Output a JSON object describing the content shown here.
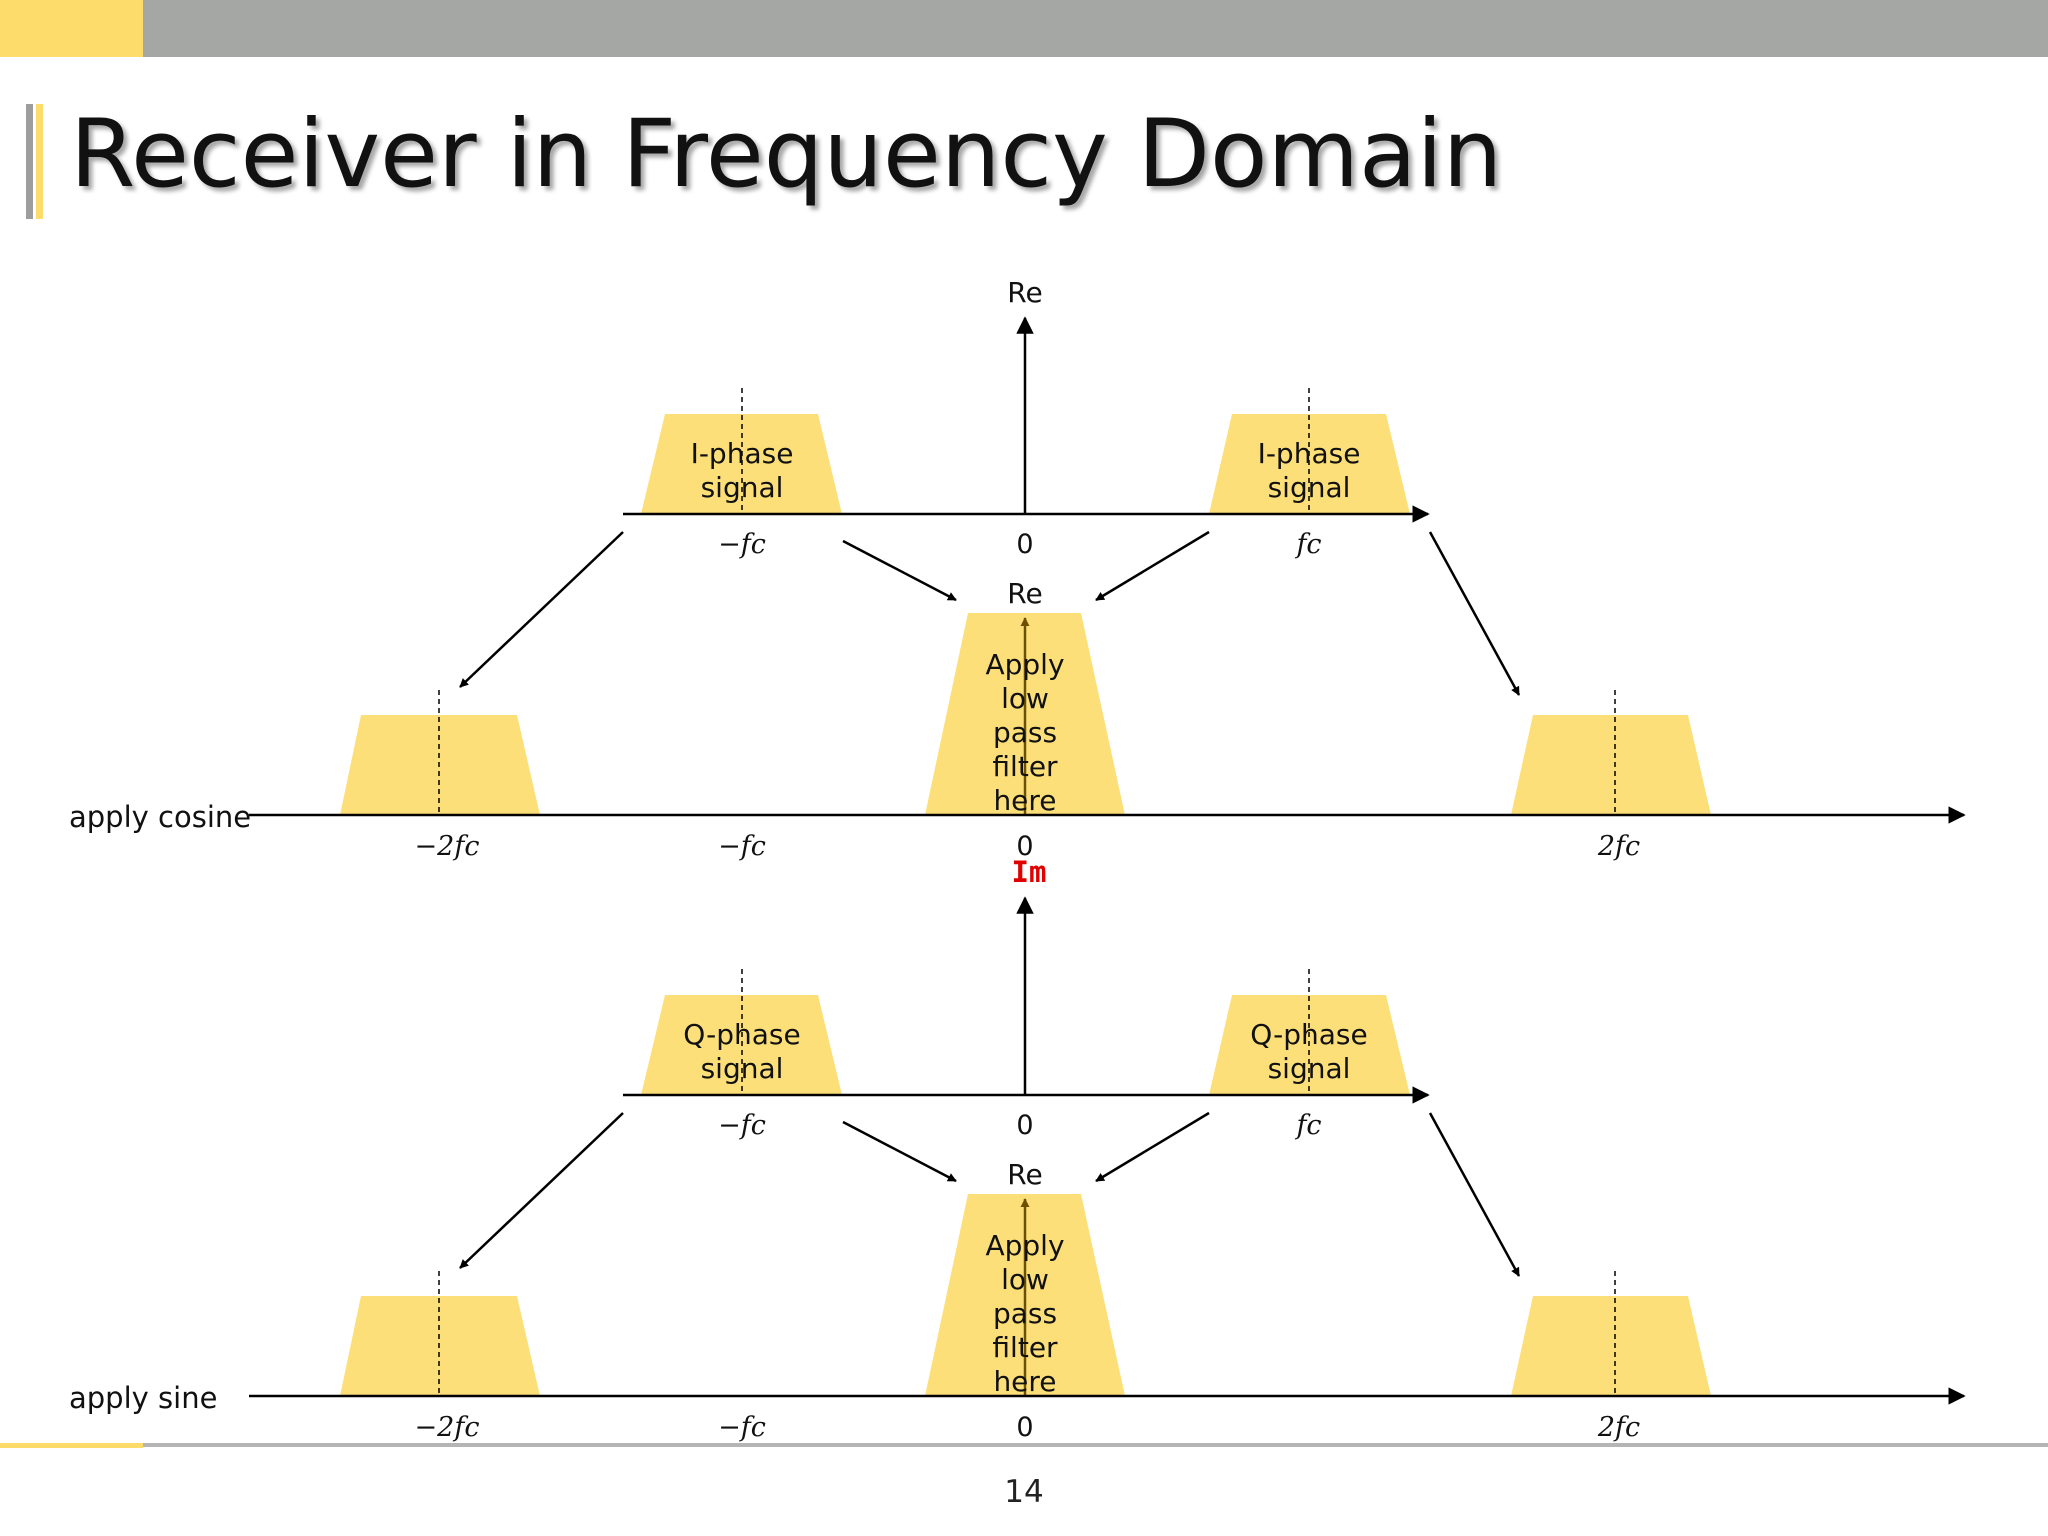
{
  "slide": {
    "title": "Receiver in Frequency Domain",
    "page_number": "14"
  },
  "colors": {
    "accent_yellow": "#fddc6c",
    "header_gray": "#a5a7a5",
    "im_red": "#e00000"
  },
  "diagram": {
    "top_axis_label": "Re",
    "mid_axis_label": "Re",
    "im_axis_label": "Im",
    "bottom_axis_label": "Re",
    "i_signal_left": [
      "I-phase",
      "signal"
    ],
    "i_signal_right": [
      "I-phase",
      "signal"
    ],
    "q_signal_left": [
      "Q-phase",
      "signal"
    ],
    "q_signal_right": [
      "Q-phase",
      "signal"
    ],
    "lpf_label_upper": [
      "Apply",
      "low",
      "pass",
      "filter",
      "here"
    ],
    "lpf_label_lower": [
      "Apply",
      "low",
      "pass",
      "filter",
      "here"
    ],
    "apply_cosine": "apply cosine",
    "apply_sine": "apply sine",
    "ticks_i": {
      "neg_fc": "−fc",
      "zero": "0",
      "pos_fc": "fc"
    },
    "ticks_cos": {
      "neg_2fc": "−2fc",
      "neg_fc": "−fc",
      "zero": "0",
      "pos_2fc": "2fc"
    },
    "ticks_q": {
      "neg_fc": "−fc",
      "zero": "0",
      "pos_fc": "fc"
    },
    "ticks_sin": {
      "neg_2fc": "−2fc",
      "neg_fc": "−fc",
      "zero": "0",
      "pos_2fc": "2fc"
    }
  }
}
